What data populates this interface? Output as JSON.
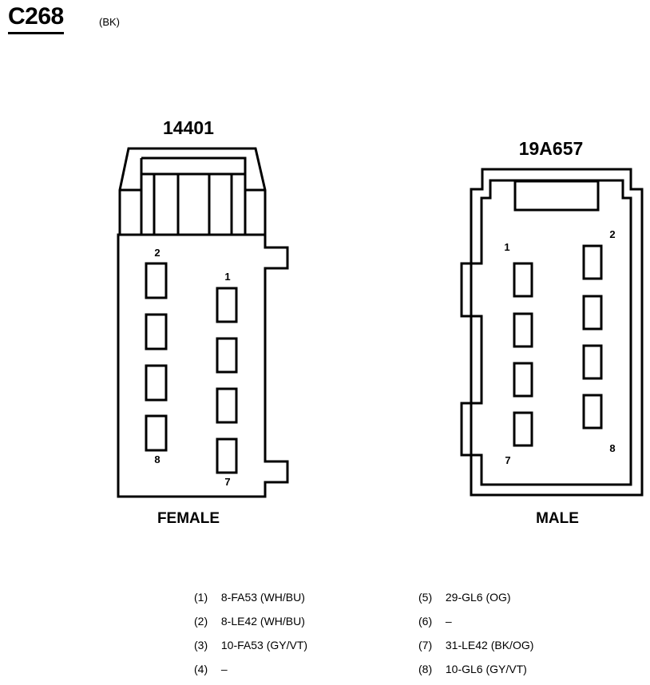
{
  "connector": {
    "id": "C268",
    "color": "(BK)"
  },
  "female": {
    "part_number": "14401",
    "label": "FEMALE",
    "pin_labels": [
      "2",
      "1",
      "8",
      "7"
    ]
  },
  "male": {
    "part_number": "19A657",
    "label": "MALE",
    "pin_labels": [
      "1",
      "2",
      "7",
      "8"
    ]
  },
  "pinout": [
    {
      "num": "(1)",
      "circuit": "8-FA53 (WH/BU)"
    },
    {
      "num": "(2)",
      "circuit": "8-LE42 (WH/BU)"
    },
    {
      "num": "(3)",
      "circuit": "10-FA53 (GY/VT)"
    },
    {
      "num": "(4)",
      "circuit": "–"
    },
    {
      "num": "(5)",
      "circuit": "29-GL6 (OG)"
    },
    {
      "num": "(6)",
      "circuit": "–"
    },
    {
      "num": "(7)",
      "circuit": "31-LE42 (BK/OG)"
    },
    {
      "num": "(8)",
      "circuit": "10-GL6 (GY/VT)"
    }
  ]
}
